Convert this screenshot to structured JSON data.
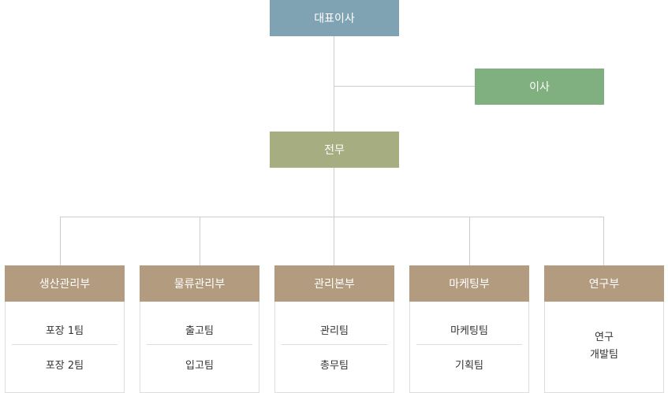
{
  "colors": {
    "ceo": "#7fa3b3",
    "director": "#80b080",
    "executive": "#a6ad80",
    "department": "#b39b80",
    "line": "#cccccc"
  },
  "ceo": {
    "label": "대표이사"
  },
  "director": {
    "label": "이사"
  },
  "executive": {
    "label": "전무"
  },
  "departments": [
    {
      "label": "생산관리부",
      "teams": [
        "포장 1팀",
        "포장 2팀"
      ]
    },
    {
      "label": "물류관리부",
      "teams": [
        "출고팀",
        "입고팀"
      ]
    },
    {
      "label": "관리본부",
      "teams": [
        "관리팀",
        "총무팀"
      ]
    },
    {
      "label": "마케팅부",
      "teams": [
        "마케팅팀",
        "기획팀"
      ]
    },
    {
      "label": "연구부",
      "teams": [
        "연구",
        "개발팀"
      ]
    }
  ]
}
